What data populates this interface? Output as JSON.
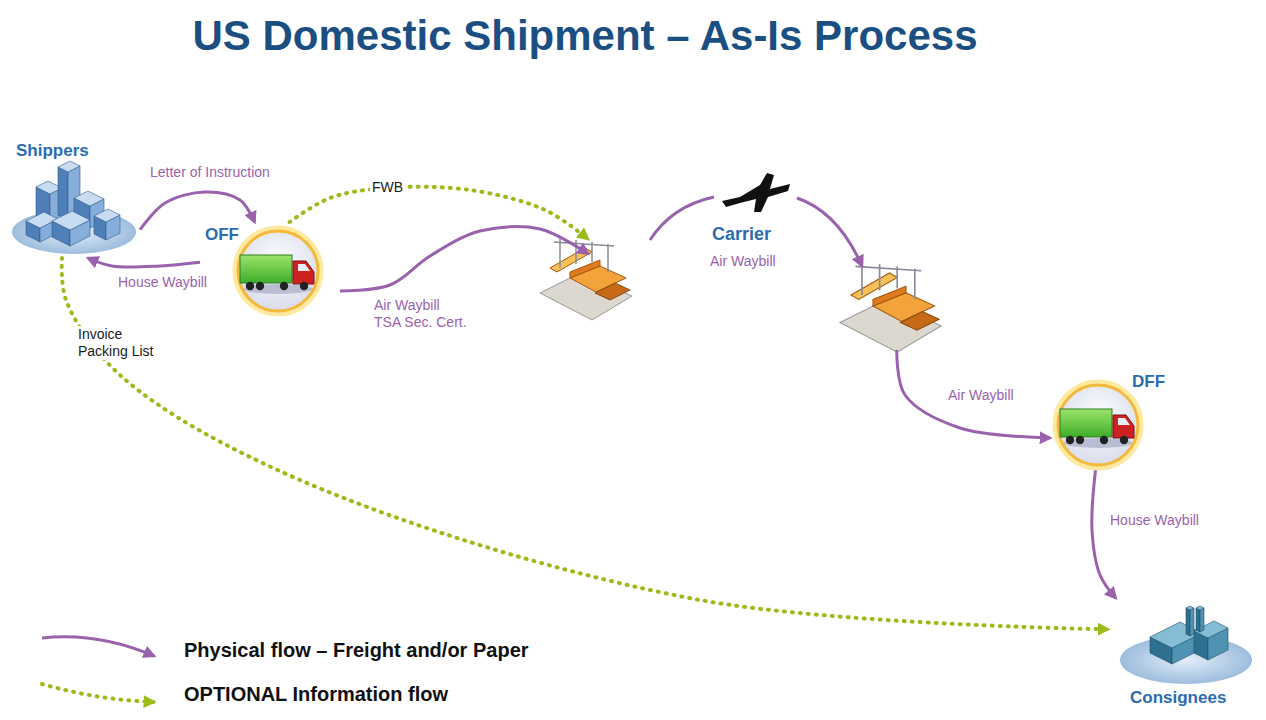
{
  "diagram": {
    "title": "US Domestic Shipment – As-Is Process",
    "nodes": [
      {
        "text": [
          "Shippers"
        ]
      },
      {
        "text": [
          "OFF"
        ]
      },
      {
        "text": [
          "Carrier",
          "Air Waybill"
        ]
      },
      {
        "text": [
          "DFF"
        ]
      },
      {
        "text": [
          "Consignees"
        ]
      }
    ],
    "edges": [
      {
        "from": 0,
        "to": 1,
        "label": "Letter of Instruction",
        "arrow": "to"
      },
      {
        "from": 1,
        "to": 0,
        "label": "House Waybill",
        "arrow": "to"
      },
      {
        "from": 1,
        "to": 2,
        "label": "FWB",
        "arrow": "to"
      },
      {
        "from": 1,
        "to": 2,
        "label": "Air Waybill TSA Sec. Cert.",
        "arrow": "to"
      },
      {
        "from": 2,
        "to": 3,
        "label": "Air Waybill",
        "arrow": "to"
      },
      {
        "from": 3,
        "to": 4,
        "label": "House Waybill",
        "arrow": "to"
      },
      {
        "from": 0,
        "to": 4,
        "label": "Invoice Packing List",
        "arrow": "to"
      }
    ],
    "legend": [
      {
        "text": "Physical flow – Freight and/or Paper"
      },
      {
        "text": "OPTIONAL Information flow"
      }
    ]
  }
}
